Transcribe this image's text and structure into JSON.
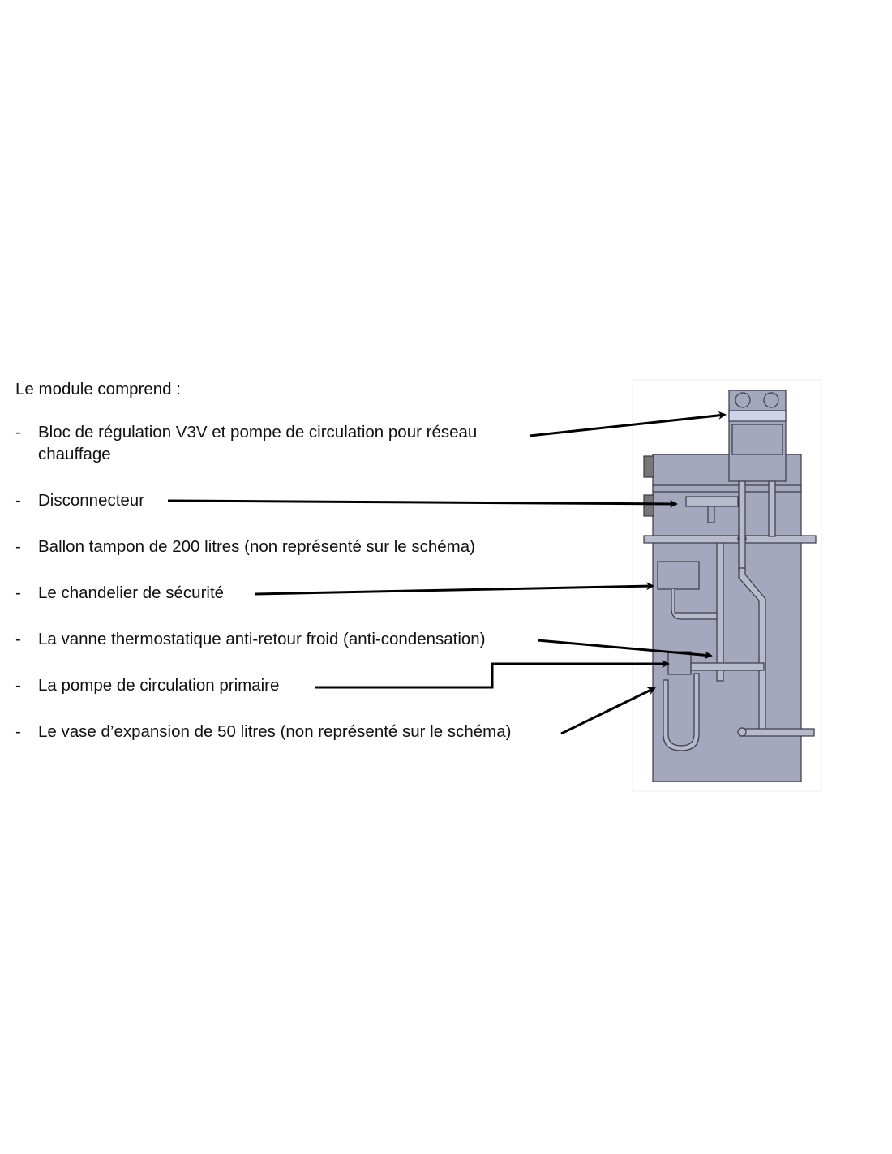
{
  "intro": "Le module comprend :",
  "bullet": "-",
  "items": [
    {
      "line1": "Bloc de régulation V3V et pompe de circulation pour réseau",
      "line2": "chauffage"
    },
    {
      "line1": "Disconnecteur"
    },
    {
      "line1": "Ballon tampon de 200 litres (non représenté sur le schéma)"
    },
    {
      "line1": "Le chandelier de sécurité"
    },
    {
      "line1": "La vanne thermostatique anti-retour froid (anti-condensation)"
    },
    {
      "line1": "La pompe de circulation primaire"
    },
    {
      "line1": "Le vase d’expansion de 50 litres (non représenté sur le schéma)"
    }
  ],
  "colors": {
    "panel": "#a5a7bd",
    "line": "#3a3a48",
    "arrow": "#000000"
  }
}
